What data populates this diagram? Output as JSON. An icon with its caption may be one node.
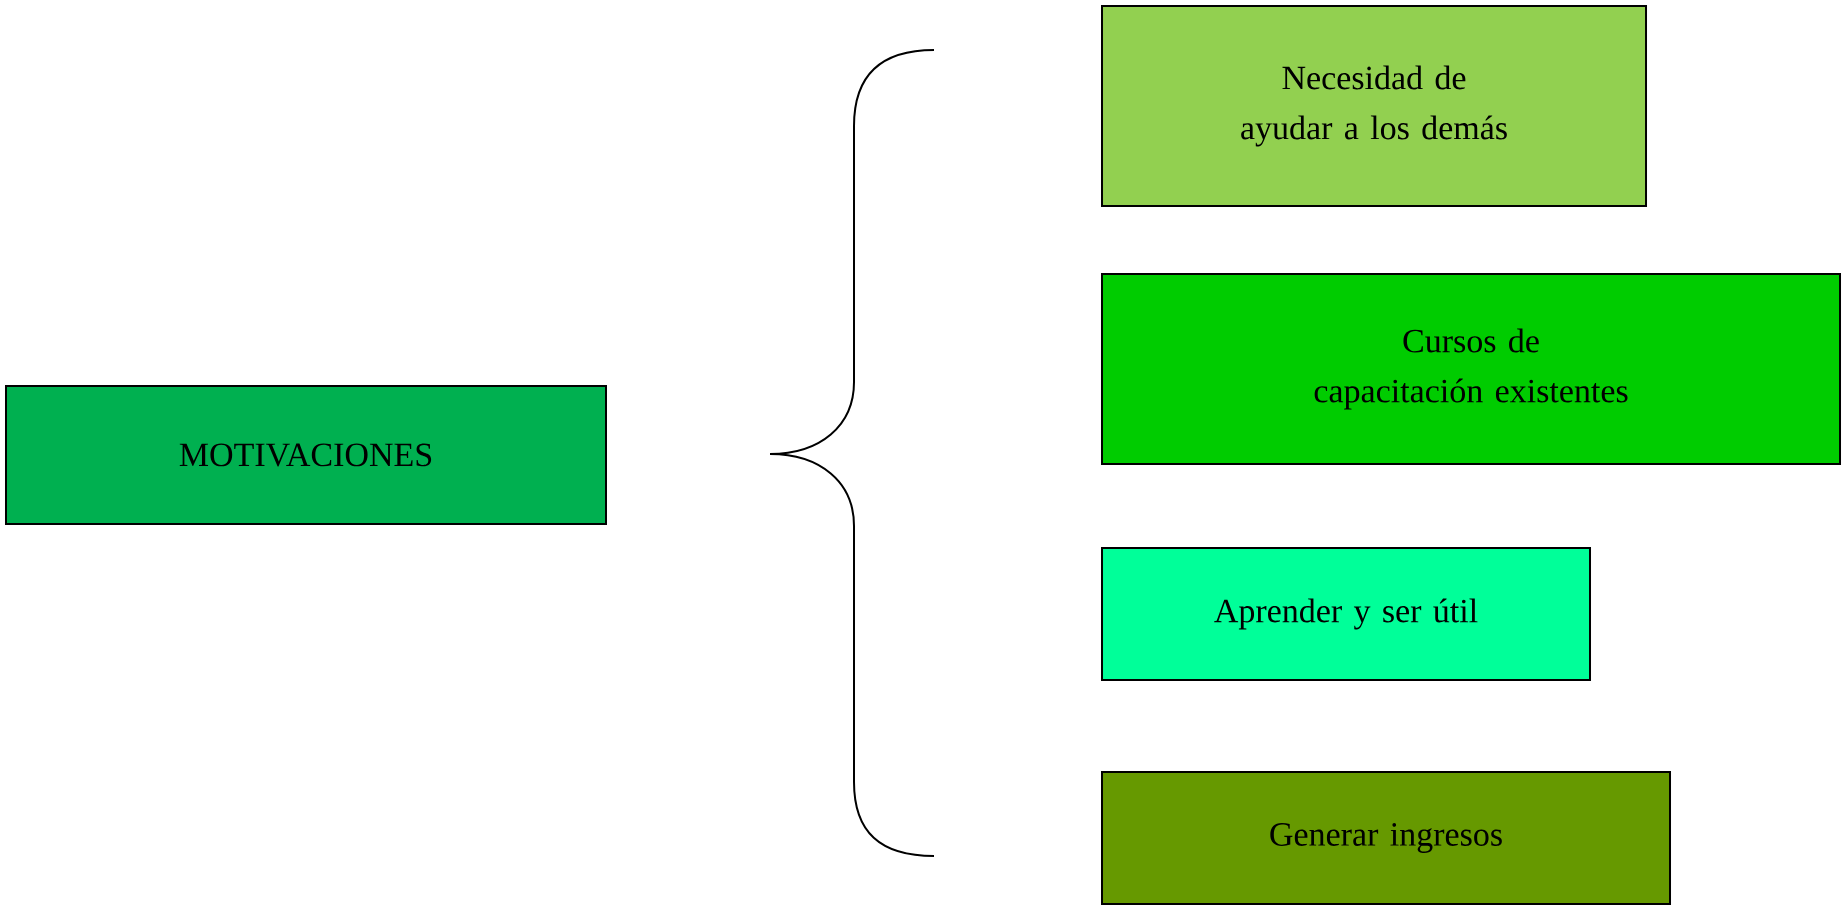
{
  "diagram": {
    "nodes": [
      {
        "text": [
          "MOTIVACIONES"
        ]
      },
      {
        "text": [
          "Necesidad de ayudar a los demás"
        ]
      },
      {
        "text": [
          "Cursos de capacitación existentes"
        ]
      },
      {
        "text": [
          "Aprender y ser útil"
        ]
      },
      {
        "text": [
          "Generar ingresos"
        ]
      }
    ]
  }
}
